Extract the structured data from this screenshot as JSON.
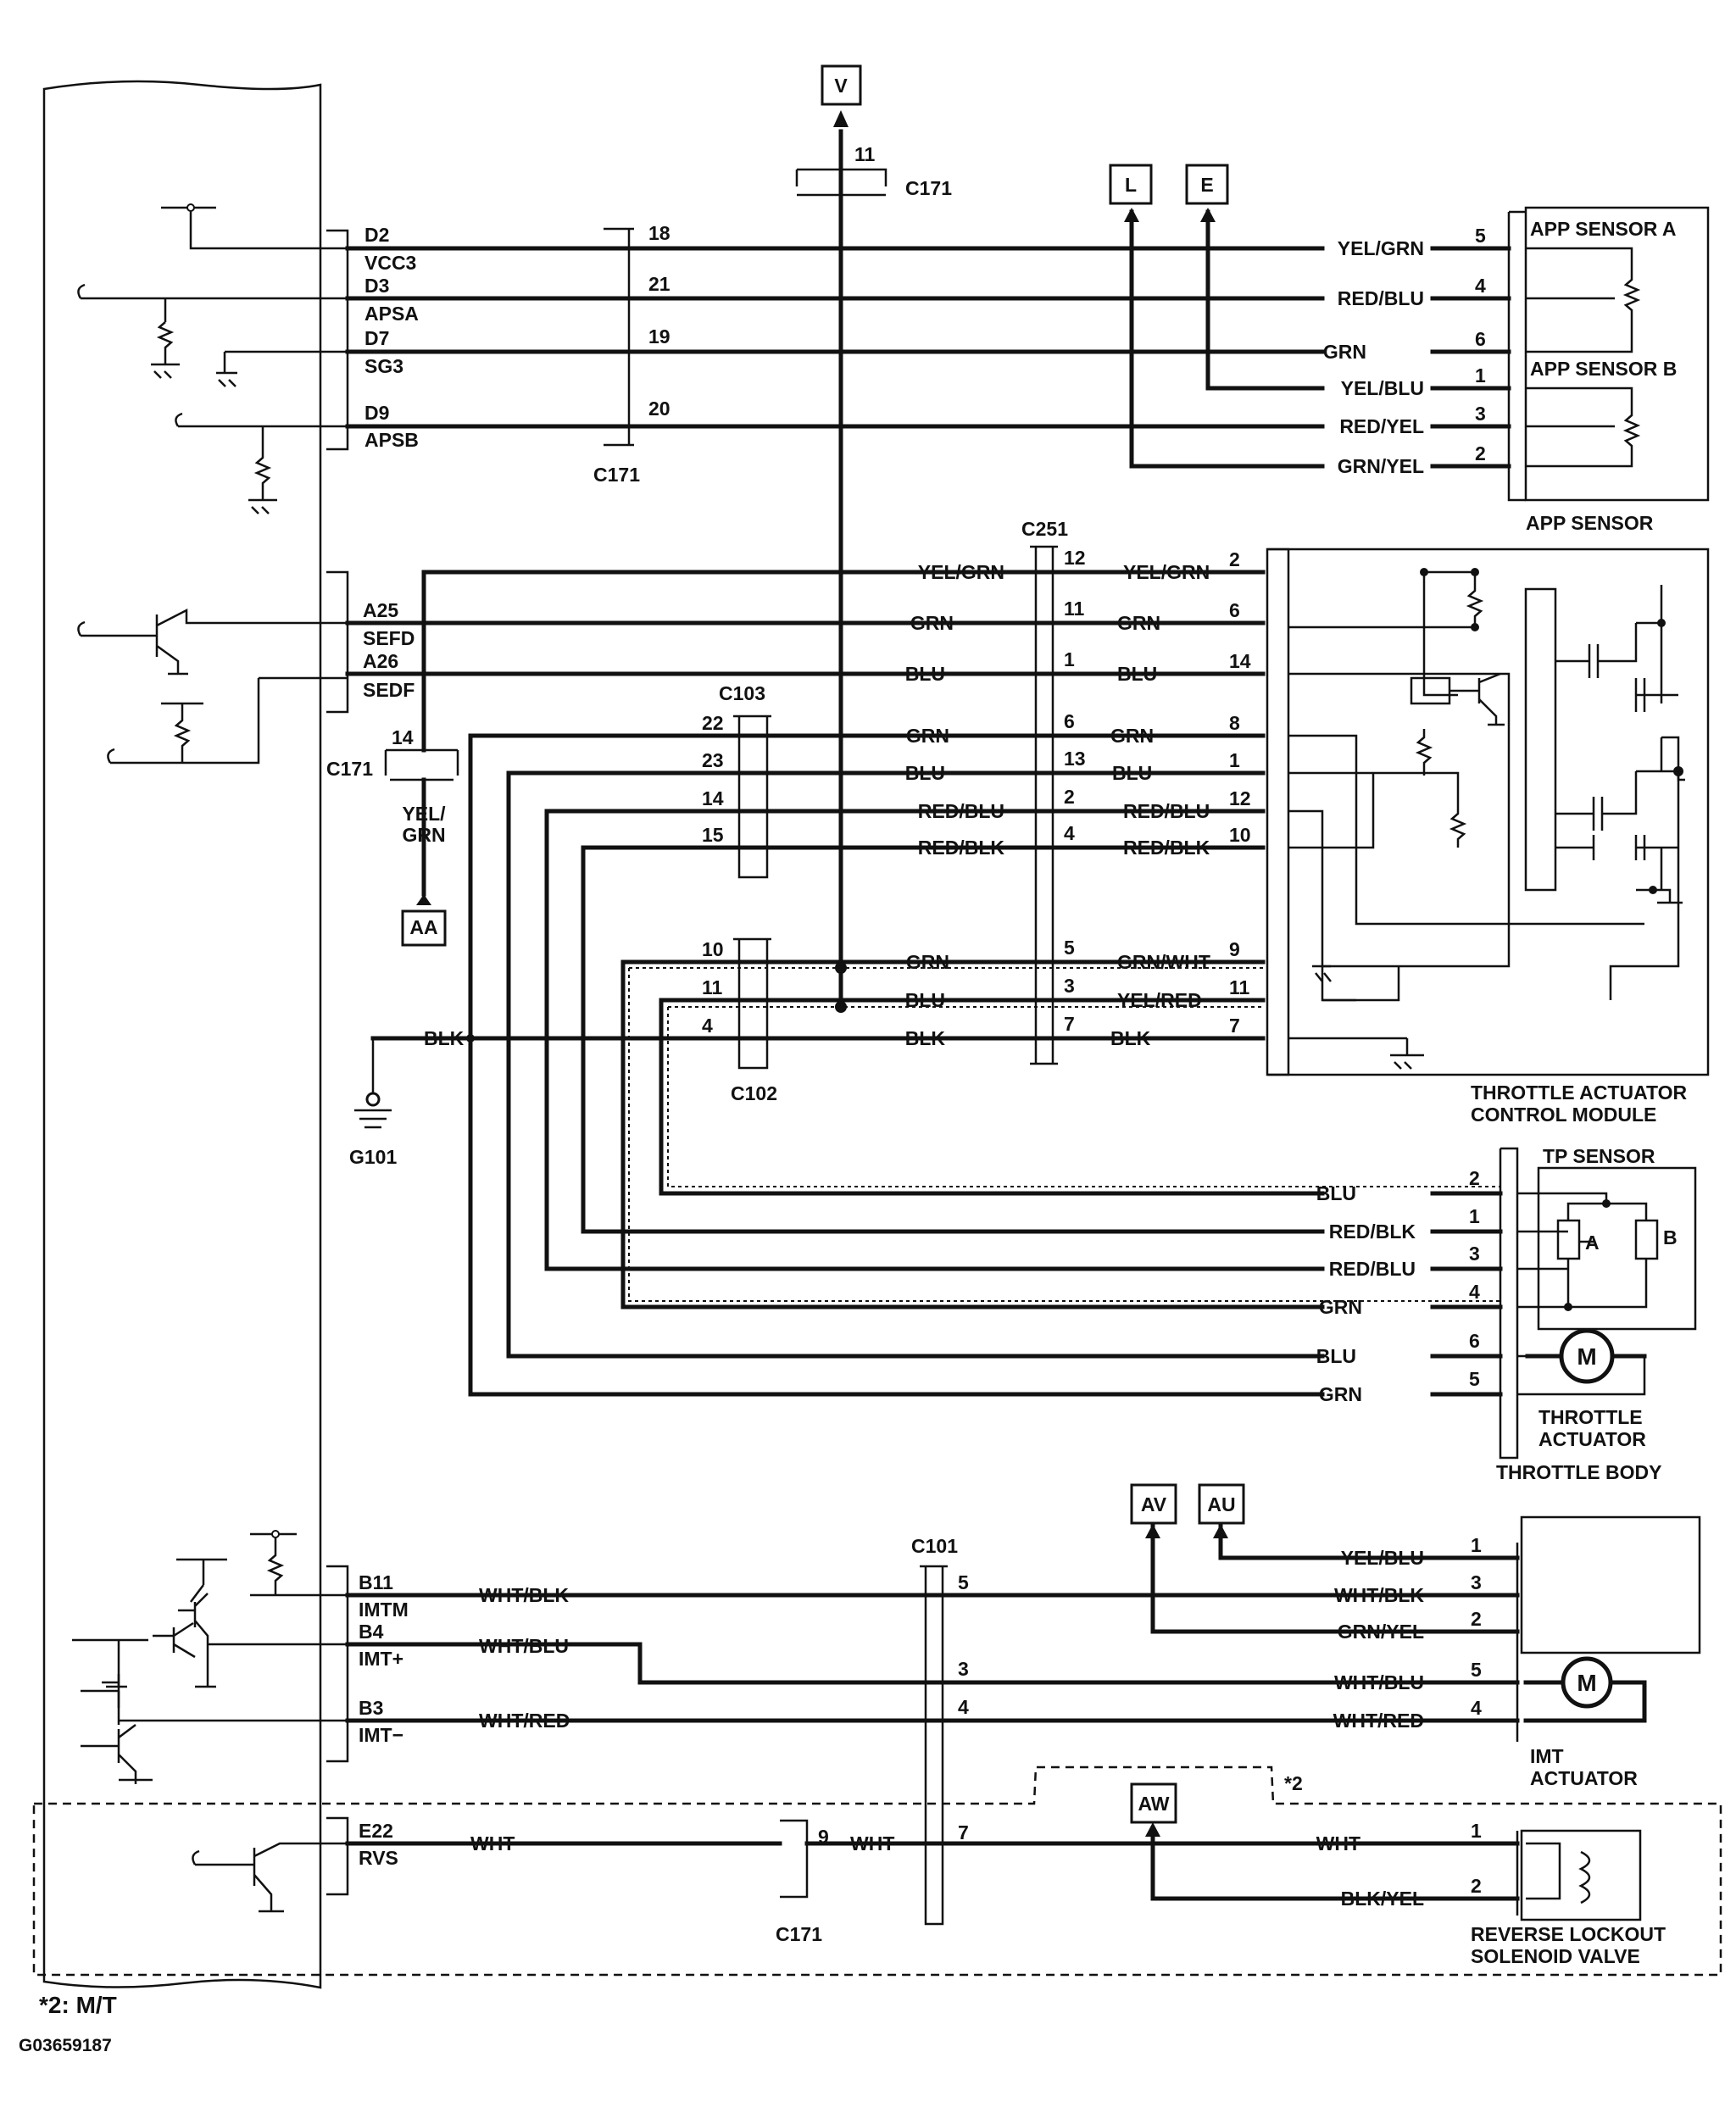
{
  "footnote": "*2: M/T",
  "figure_id": "G03659187",
  "connectors": {
    "c171": "C171",
    "c251": "C251",
    "c103": "C103",
    "c102": "C102",
    "c101": "C101",
    "g101": "G101"
  },
  "offpage": {
    "v": "V",
    "l": "L",
    "e": "E",
    "aa": "AA",
    "av": "AV",
    "au": "AU",
    "aw": "AW"
  },
  "ecm_pins": {
    "d2": "D2",
    "vcc3": "VCC3",
    "d3": "D3",
    "apsa": "APSA",
    "d7": "D7",
    "sg3": "SG3",
    "d9": "D9",
    "apsb": "APSB",
    "a25": "A25",
    "sefd": "SEFD",
    "a26": "A26",
    "sedf": "SEDF",
    "b11": "B11",
    "imtm": "IMTM",
    "b4": "B4",
    "imtp": "IMT+",
    "b3": "B3",
    "imtn": "IMT−",
    "e22": "E22",
    "rvs": "RVS"
  },
  "components": {
    "app_sensor_a": "APP SENSOR A",
    "app_sensor_b": "APP SENSOR B",
    "app_sensor": "APP SENSOR",
    "tacm_1": "THROTTLE ACTUATOR",
    "tacm_2": "CONTROL MODULE",
    "tp_sensor": "TP SENSOR",
    "tp_a": "A",
    "tp_b": "B",
    "motor": "M",
    "thr_act_1": "THROTTLE",
    "thr_act_2": "ACTUATOR",
    "throttle_body": "THROTTLE BODY",
    "imt_1": "IMT",
    "imt_2": "ACTUATOR",
    "rls_1": "REVERSE LOCKOUT",
    "rls_2": "SOLENOID VALVE",
    "note2": "*2"
  },
  "wires": {
    "yel_grn": "YEL/GRN",
    "red_blu": "RED/BLU",
    "grn": "GRN",
    "yel_blu": "YEL/BLU",
    "red_yel": "RED/YEL",
    "grn_yel": "GRN/YEL",
    "blu": "BLU",
    "red_blk": "RED/BLK",
    "grn_wht": "GRN/WHT",
    "yel_red": "YEL/RED",
    "blk": "BLK",
    "yel_grn_split_1": "YEL/",
    "yel_grn_split_2": "GRN",
    "wht_blk": "WHT/BLK",
    "wht_blu": "WHT/BLU",
    "wht_red": "WHT/RED",
    "wht": "WHT",
    "blk_yel": "BLK/YEL"
  },
  "pins": {
    "p1": "1",
    "p2": "2",
    "p3": "3",
    "p4": "4",
    "p5": "5",
    "p6": "6",
    "p7": "7",
    "p8": "8",
    "p9": "9",
    "p10": "10",
    "p11": "11",
    "p12": "12",
    "p13": "13",
    "p14": "14",
    "p15": "15",
    "p18": "18",
    "p19": "19",
    "p20": "20",
    "p21": "21",
    "p22": "22",
    "p23": "23"
  }
}
